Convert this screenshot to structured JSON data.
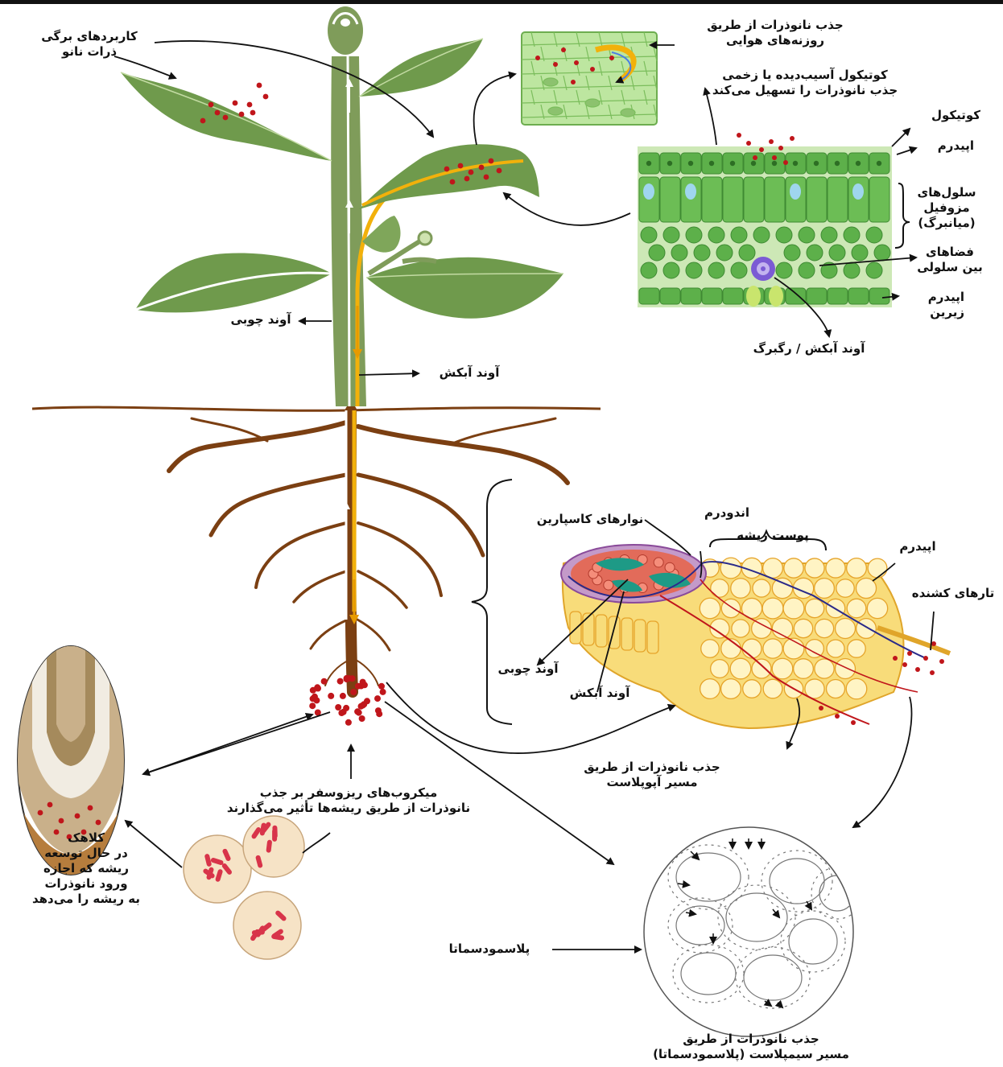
{
  "colors": {
    "stem": "#7f9c5a",
    "leaf": "#6f9a4c",
    "leaf_light": "#a9cf82",
    "root": "#7b3f12",
    "phloem": "#f2b10b",
    "nano": "#c0161b",
    "tissue_cell": "#5db04a",
    "cortex_cell": "#f7d46a",
    "bacteria": "#d8344a"
  },
  "labels": {
    "foliar": "کاربردهای برگی\nذرات نانو",
    "stomata": "جذب نانوذرات از طریق\nروزنه‌های هوایی",
    "damaged_cuticle": "کوتیکول آسیب‌دیده یا زخمی\nجذب نانوذرات را تسهیل می‌کند",
    "cuticle": "کوتیکول",
    "epidermis": "اپیدرم",
    "mesophyll": "سلول‌های\nمزوفیل\n(میانبرگ)",
    "intercellular": "فضاهای\nبین سلولی",
    "lower_epidermis": "اپیدرم\nزیرین",
    "phloem_vein": "آوند آبکش / رگبرگ",
    "xylem_stem": "آوند چوبی",
    "phloem_stem": "آوند آبکش",
    "endodermis": "اندودرم",
    "casparian": "نوارهای کاسپارین",
    "root_cortex": "پوست ریشه",
    "root_epidermis": "اپیدرم",
    "root_hairs": "تارهای کشنده",
    "xylem_root": "آوند چوبی",
    "phloem_root": "آوند آبکش",
    "apoplast": "جذب نانوذرات از طریق\nمسیر آپوپلاست",
    "rhizosphere": "میکروب‌های ریزوسفر بر جذب\nنانوذرات از طریق ریشه‌ها تأثیر می‌گذارند",
    "root_cap": "کلاهک\nدر حال توسعه\nریشه که اجازه\nورود نانوذرات\nبه ریشه را می‌دهد",
    "plasmodesmata": "پلاسمودسماتا",
    "symplast": "جذب نانوذرات از طریق\nمسیر سیمپلاست (پلاسمودسماتا)"
  }
}
